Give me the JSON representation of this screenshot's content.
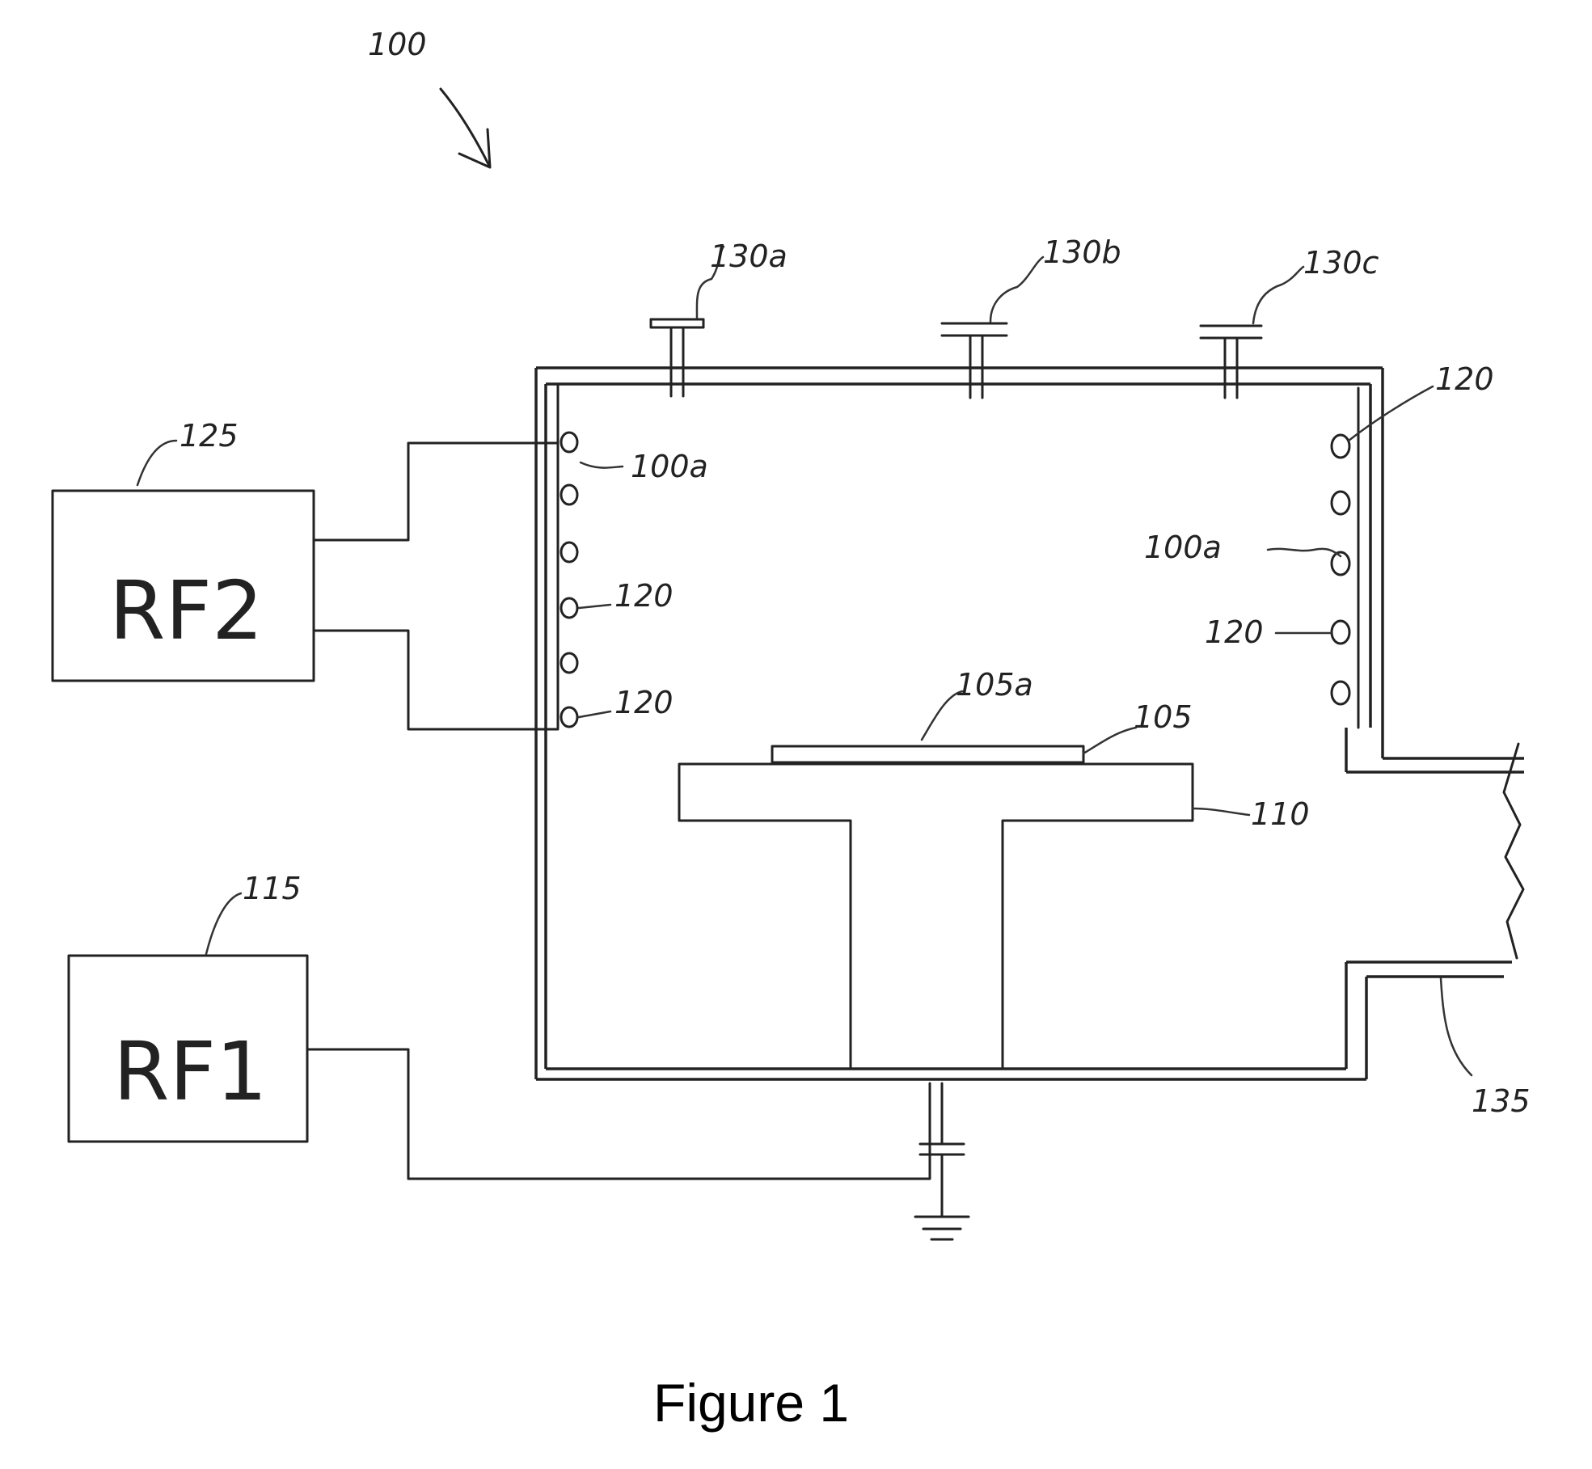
{
  "labels": {
    "system": "100",
    "inlet_a": "130a",
    "inlet_b": "130b",
    "inlet_c": "130c",
    "coil_right_top": "120",
    "rf2_ref": "125",
    "rf2_box": "RF2",
    "liner_left": "100a",
    "liner_right": "100a",
    "coil_left_mid": "120",
    "coil_left_low": "120",
    "coil_right_low": "120",
    "wafer_surface": "105a",
    "wafer": "105",
    "chuck": "110",
    "rf1_ref": "115",
    "rf1_box": "RF1",
    "exhaust": "135"
  },
  "caption": "Figure 1"
}
